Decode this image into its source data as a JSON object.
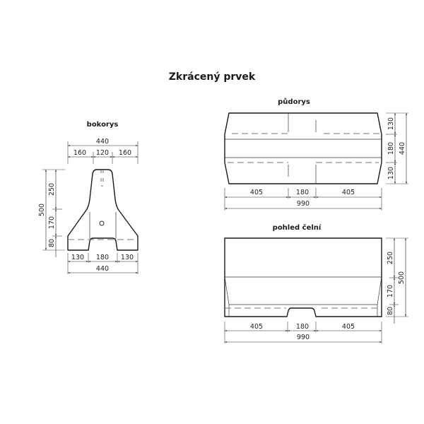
{
  "title": "Zkrácený prvek",
  "views": {
    "bokorys": {
      "label": "bokorys",
      "top_dims": {
        "total": "440",
        "parts": [
          "160",
          "120",
          "160"
        ]
      },
      "bottom_dims": {
        "total": "440",
        "parts": [
          "130",
          "180",
          "130"
        ]
      },
      "left_dims": {
        "total": "500",
        "parts": [
          "250",
          "170",
          "80"
        ]
      }
    },
    "pudorys": {
      "label": "půdorys",
      "bottom_dims": {
        "total": "990",
        "parts": [
          "405",
          "180",
          "405"
        ]
      },
      "right_dims": {
        "total": "440",
        "parts": [
          "130",
          "180",
          "130"
        ]
      }
    },
    "pohled_celni": {
      "label": "pohled čelní",
      "bottom_dims": {
        "total": "990",
        "parts": [
          "405",
          "180",
          "405"
        ]
      },
      "right_dims": {
        "total": "500",
        "parts": [
          "250",
          "170",
          "80"
        ]
      }
    }
  }
}
